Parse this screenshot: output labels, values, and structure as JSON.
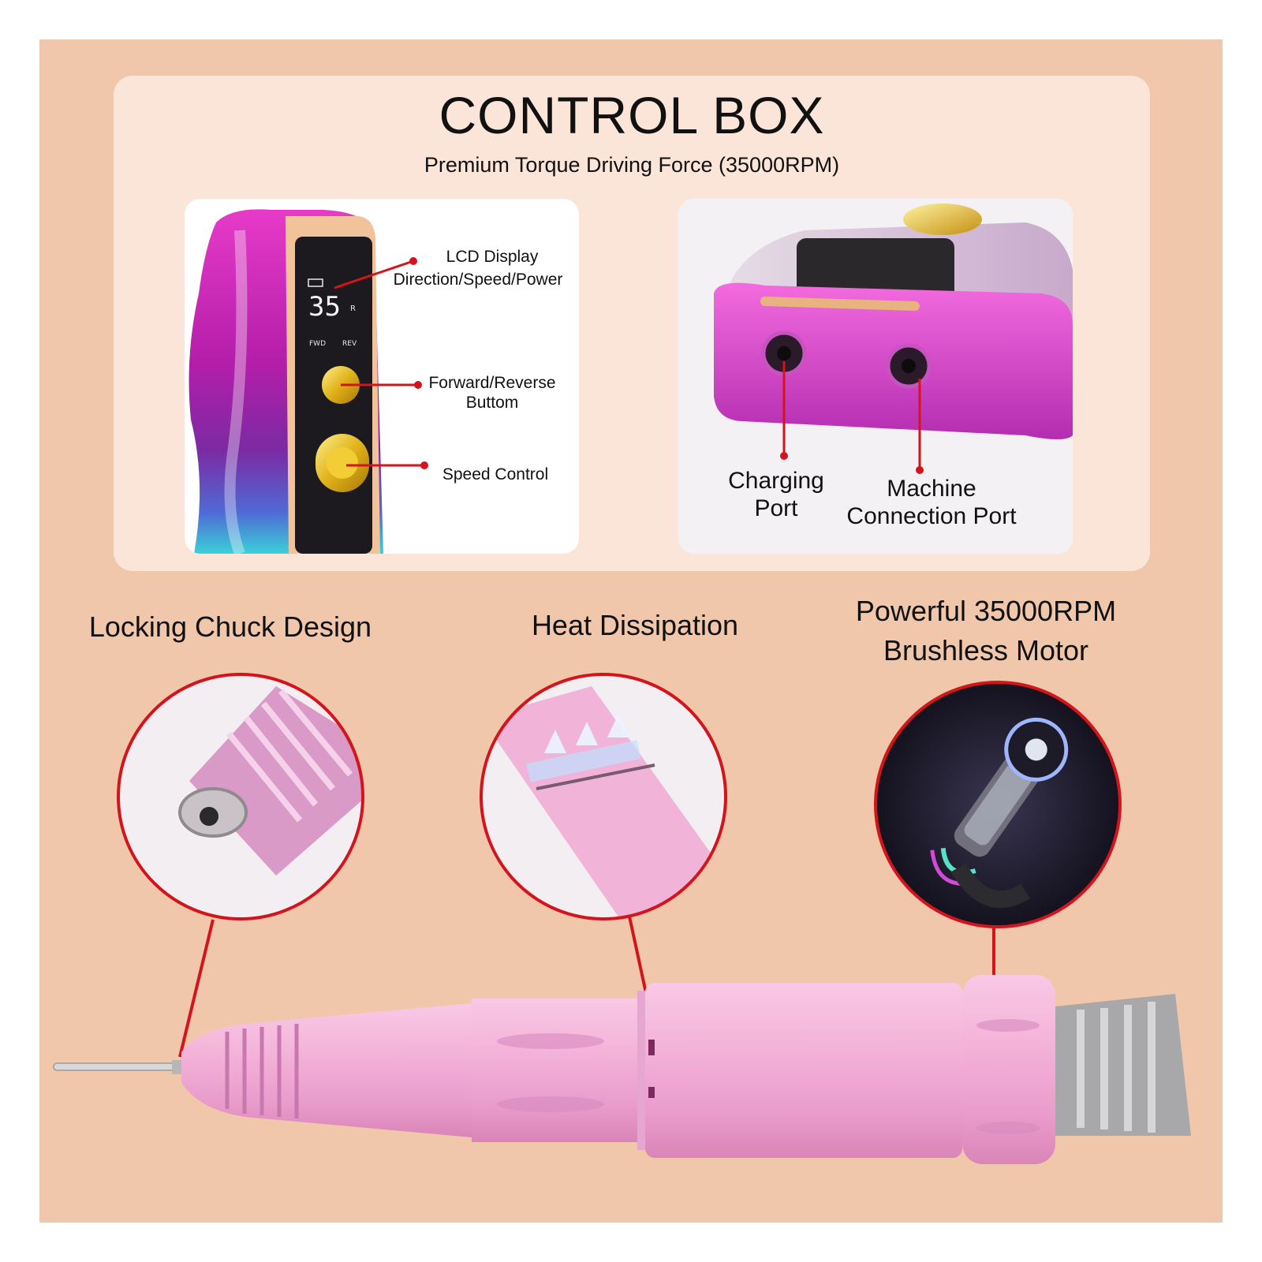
{
  "control_box": {
    "title": "CONTROL BOX",
    "subtitle": "Premium Torque Driving Force (35000RPM)",
    "display_digits": "35",
    "display_r": "R",
    "fwd_label": "FWD",
    "rev_label": "REV",
    "callouts": {
      "lcd_line1": "LCD Display",
      "lcd_line2": "Direction/Speed/Power",
      "forward_line1": "Forward/Reverse",
      "forward_line2": "Buttom",
      "speed": "Speed Control",
      "charging_line1": "Charging",
      "charging_line2": "Port",
      "machine_line1": "Machine",
      "machine_line2": "Connection Port"
    }
  },
  "features": {
    "locking": "Locking Chuck Design",
    "heat": "Heat Dissipation",
    "motor_line1": "Powerful 35000RPM",
    "motor_line2": "Brushless Motor"
  },
  "colors": {
    "background": "#f1c7ab",
    "panel": "#fbe4d8",
    "callout_red": "#d4141c",
    "handpiece_pink": "#f2b6da"
  }
}
